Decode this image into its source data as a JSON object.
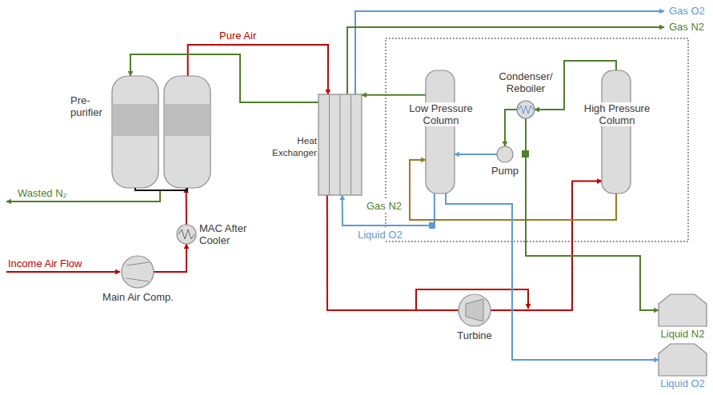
{
  "diagram": {
    "nodes": [
      {
        "text": [
          "Pre- purifier"
        ]
      },
      {
        "text": [
          "Main Air Comp."
        ]
      },
      {
        "text": [
          "MAC After Cooler"
        ]
      },
      {
        "text": [
          "Heat Exchanger"
        ]
      },
      {
        "text": [
          "Low Pressure Column"
        ]
      },
      {
        "text": [
          "High Pressure Column"
        ]
      },
      {
        "text": [
          "Condenser/ Reboiler"
        ]
      },
      {
        "text": [
          "Pump"
        ]
      },
      {
        "text": [
          "Turbine"
        ]
      },
      {
        "text": [
          "Liquid N2"
        ]
      },
      {
        "text": [
          "Liquid O2"
        ]
      }
    ],
    "edges": [
      {
        "from": 1,
        "to": 2,
        "arrow": "to"
      },
      {
        "from": 2,
        "to": 0,
        "arrow": "to"
      },
      {
        "from": 0,
        "to": 3,
        "arrow": "to",
        "label": "Pure Air"
      },
      {
        "from": 3,
        "to": 0,
        "arrow": "to"
      },
      {
        "from": 4,
        "to": 3,
        "arrow": "to"
      },
      {
        "from": 4,
        "to": 3,
        "arrow": "to",
        "label": "Liquid O2"
      },
      {
        "from": 3,
        "to": 8,
        "arrow": "none"
      },
      {
        "from": 8,
        "to": 5,
        "arrow": "to"
      },
      {
        "from": 5,
        "to": 4,
        "arrow": "to"
      },
      {
        "from": 5,
        "to": 6,
        "arrow": "to"
      },
      {
        "from": 6,
        "to": 7,
        "arrow": "to"
      },
      {
        "from": 7,
        "to": 4,
        "arrow": "to"
      },
      {
        "from": 4,
        "to": 10,
        "arrow": "to"
      },
      {
        "from": 6,
        "to": 9,
        "arrow": "to"
      }
    ],
    "labels": [
      "Income Air Flow",
      "Wasted N₂",
      "Gas O2",
      "Gas N2",
      "Gas N2"
    ]
  }
}
